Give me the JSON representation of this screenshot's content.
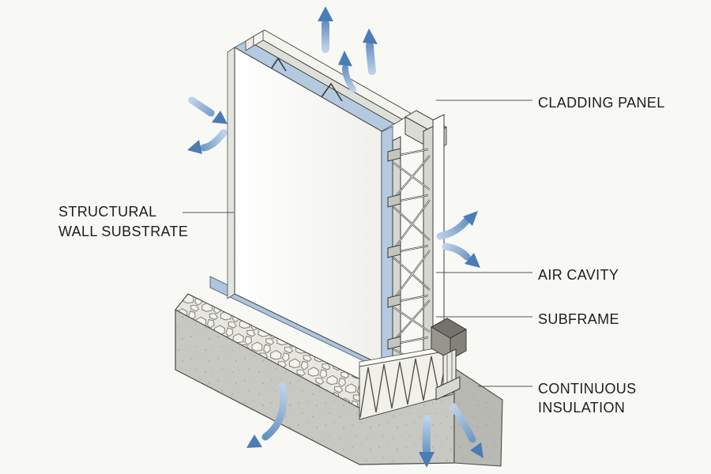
{
  "labels": {
    "cladding_panel": "CLADDING PANEL",
    "structural_wall_substrate": {
      "line1": "STRUCTURAL",
      "line2": "WALL SUBSTRATE"
    },
    "air_cavity": "AIR CAVITY",
    "subframe": "SUBFRAME",
    "continuous_insulation": {
      "line1": "CONTINUOUS",
      "line2": "INSULATION"
    }
  },
  "icons": {
    "airflow_arrows": [
      "up-arrow-top-center",
      "up-arrow-top-right",
      "curved-up-arrow-cavity-top",
      "inward-arrow-upper-left",
      "curved-out-arrow-upper-left",
      "curved-up-right-arrow-cavity-mid",
      "down-right-arrow-cavity-mid",
      "curved-down-left-arrow-base-front",
      "down-arrow-base-bottom",
      "down-right-arrow-base-right"
    ]
  },
  "colors": {
    "background": "#f8f8f5",
    "arrow_blue": "#4e80b8",
    "arrow_blue_light": "#bdd1e7",
    "arrow_head": "#4a7cb5",
    "air_cavity_blue": "#b4cae1",
    "sill_blue": "#adc5de",
    "panel_white": "#fcfcfa",
    "concrete_gray": "#c8c8c3",
    "concrete_gray_dark": "#b9b9b3",
    "insulation_cream": "#e7e6df",
    "cap_dark_gray": "#73736b",
    "outline": "#4a4a44",
    "label_text": "#1d1d1d",
    "leader_line": "#55555a"
  }
}
